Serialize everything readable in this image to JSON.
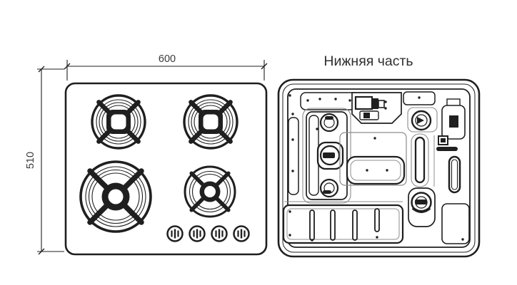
{
  "page": {
    "background": "#ffffff"
  },
  "colors": {
    "line": "#1f1f1f",
    "secondary_line": "#8d8d8d",
    "dim_text": "#3a3a3a",
    "title_text": "#2f2f2f"
  },
  "top_view": {
    "width_label": "600",
    "height_label": "510"
  },
  "bottom_view": {
    "title": "Нижняя часть"
  }
}
